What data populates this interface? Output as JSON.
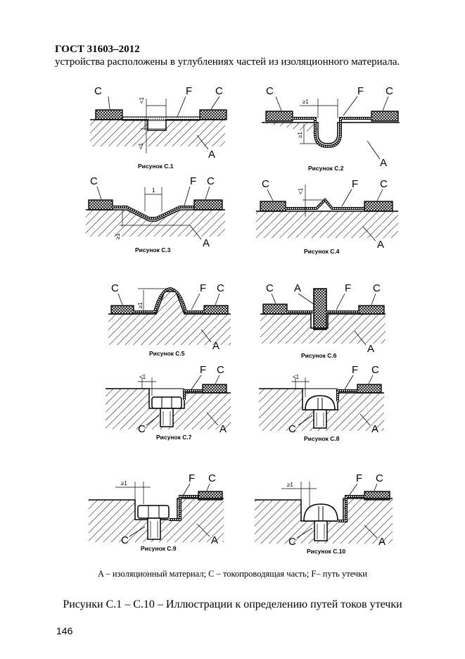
{
  "header": {
    "standard": "ГОСТ 31603–2012",
    "intro_text": "устройства расположены в углублениях частей из изоляционного материала."
  },
  "figures": [
    {
      "caption": "Рисунок С.1",
      "labels": {
        "c_left": "C",
        "c_right": "C",
        "f": "F",
        "a": "A"
      },
      "dims": [
        "<1",
        "<1"
      ]
    },
    {
      "caption": "Рисунок С.2",
      "labels": {
        "c_left": "C",
        "c_right": "C",
        "f": "F",
        "a": "A"
      },
      "dims": [
        "≥1",
        "≥1"
      ]
    },
    {
      "caption": "Рисунок С.3",
      "labels": {
        "c_left": "C",
        "c_right": "C",
        "f": "F",
        "a": "A"
      },
      "dims": [
        "1",
        "≥1"
      ]
    },
    {
      "caption": "Рисунок С.4",
      "labels": {
        "c_left": "C",
        "c_right": "C",
        "f": "F",
        "a": "A"
      },
      "dims": [
        "<1"
      ]
    },
    {
      "caption": "Рисунок С.5",
      "labels": {
        "c_left": "C",
        "c_right": "C",
        "f": "F",
        "a": "A"
      },
      "dims": [
        "≥1"
      ]
    },
    {
      "caption": "Рисунок С.6",
      "labels": {
        "c_left": "C",
        "c_right": "C",
        "f": "F",
        "a_top": "A",
        "a": "A"
      },
      "dims": []
    },
    {
      "caption": "Рисунок С.7",
      "labels": {
        "c_right": "C",
        "c_bottom": "C",
        "f": "F",
        "a": "A"
      },
      "dims": [
        "<1"
      ]
    },
    {
      "caption": "Рисунок С.8",
      "labels": {
        "c_right": "C",
        "c_bottom": "C",
        "f": "F",
        "a": "A"
      },
      "dims": [
        "<1"
      ]
    },
    {
      "caption": "Рисунок С.9",
      "labels": {
        "c_right": "C",
        "c_bottom": "C",
        "f": "F",
        "a": "A"
      },
      "dims": [
        "≥1"
      ]
    },
    {
      "caption": "Рисунок С.10",
      "labels": {
        "c_right": "C",
        "c_bottom": "C",
        "f": "F",
        "a": "A"
      },
      "dims": [
        "≥1"
      ]
    }
  ],
  "legend_text": "A – изоляционный материал; C – токопроводящая часть; F– путь утечки",
  "caption_text": "Рисунки С.1 – С.10 – Иллюстрации к определению путей токов утечки",
  "page_number": "146"
}
